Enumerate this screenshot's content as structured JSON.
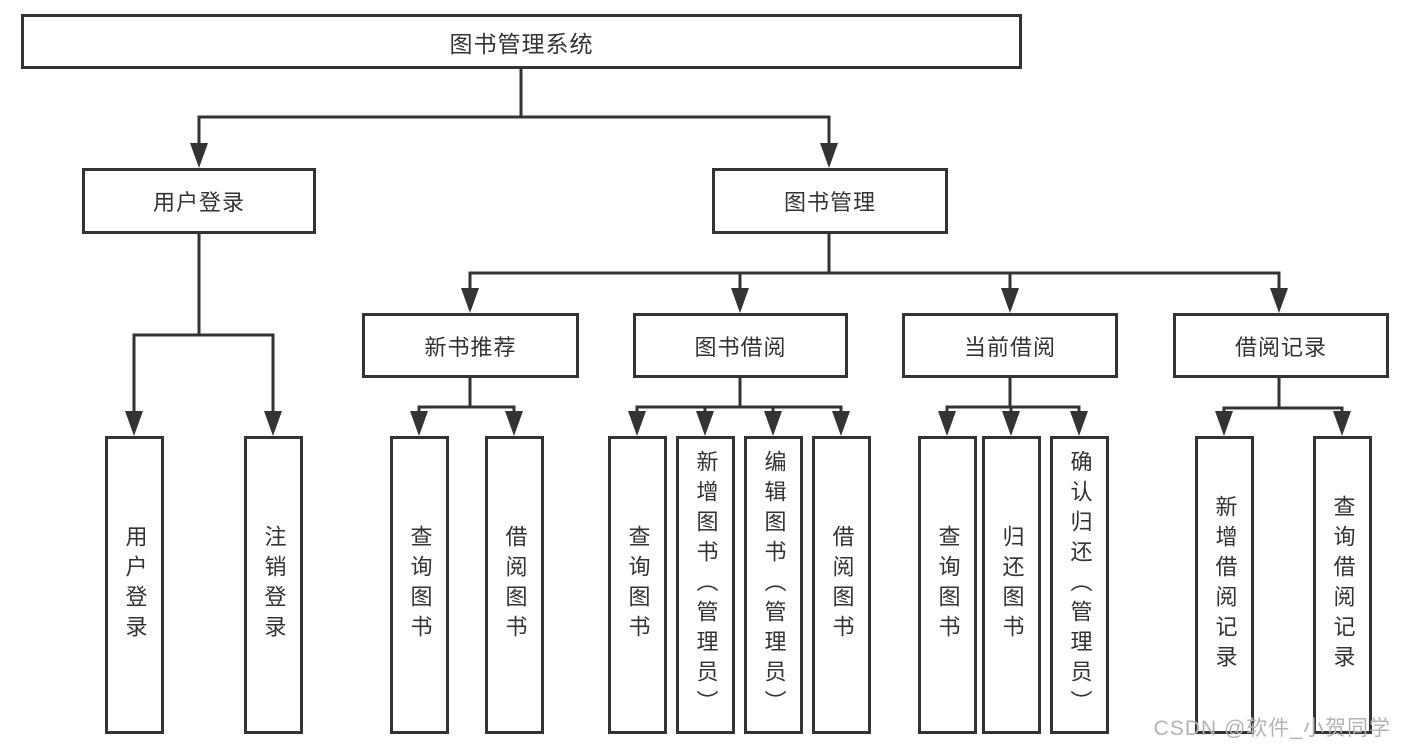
{
  "watermark": "CSDN @软件_小贺同学",
  "colors": {
    "line": "#333333",
    "text": "#333333",
    "watermark_text": "#b3b3b3",
    "background": "#ffffff"
  },
  "tree": {
    "root": "图书管理系统",
    "user_login": {
      "label": "用户登录",
      "children": {
        "login": "用户登录",
        "logout": "注销登录"
      }
    },
    "book_mgmt": {
      "label": "图书管理",
      "sections": {
        "new_book_rec": {
          "label": "新书推荐",
          "children": {
            "query_book": "查询图书",
            "borrow_book": "借阅图书"
          }
        },
        "book_borrow": {
          "label": "图书借阅",
          "children": {
            "query_book": "查询图书",
            "add_book": "新增图书（管理员）",
            "edit_book": "编辑图书（管理员）",
            "borrow_book": "借阅图书"
          }
        },
        "current_borrow": {
          "label": "当前借阅",
          "children": {
            "query_book": "查询图书",
            "return_book": "归还图书",
            "confirm_return": "确认归还（管理员）"
          }
        },
        "borrow_records": {
          "label": "借阅记录",
          "children": {
            "add_record": "新增借阅记录",
            "query_record": "查询借阅记录"
          }
        }
      }
    }
  }
}
